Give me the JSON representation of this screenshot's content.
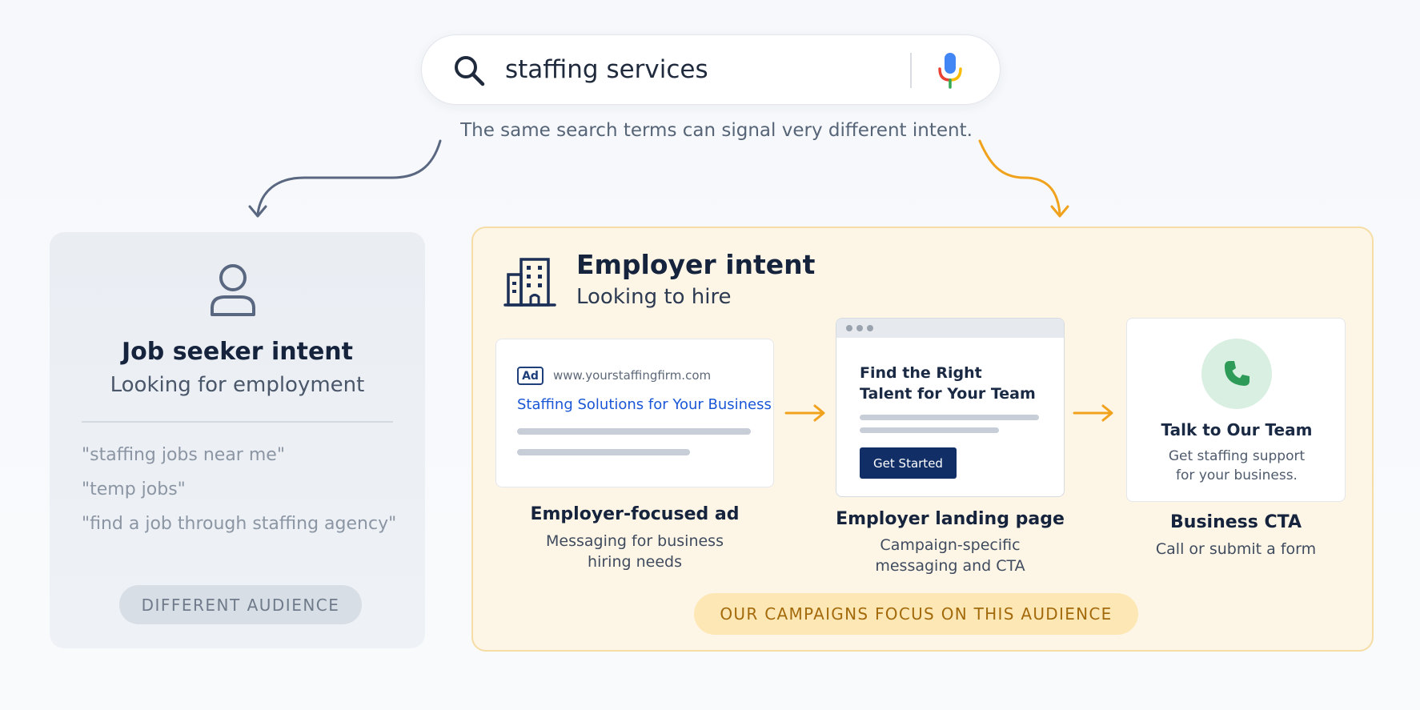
{
  "search": {
    "query": "staffing services",
    "caption": "The same search terms can signal very different intent."
  },
  "job_seeker": {
    "title": "Job seeker intent",
    "subtitle": "Looking for employment",
    "queries": [
      "\"staffing jobs near me\"",
      "\"temp jobs\"",
      "\"find a job through staffing agency\""
    ],
    "badge": "DIFFERENT AUDIENCE"
  },
  "employer": {
    "title": "Employer intent",
    "subtitle": "Looking to hire",
    "ad": {
      "badge": "Ad",
      "url": "www.yourstaffingfirm.com",
      "headline": "Staffing Solutions for Your Business",
      "caption_title": "Employer-focused ad",
      "caption_lines": [
        "Messaging for business",
        "hiring needs"
      ]
    },
    "landing_page": {
      "headline_lines": [
        "Find the Right",
        "Talent for Your Team"
      ],
      "button": "Get Started",
      "caption_title": "Employer landing page",
      "caption_lines": [
        "Campaign-specific",
        "messaging and CTA"
      ]
    },
    "cta": {
      "headline": "Talk to Our Team",
      "text_lines": [
        "Get staffing support",
        "for your business."
      ],
      "caption_title": "Business CTA",
      "caption_text": "Call or submit a form"
    },
    "focus_badge": "OUR CAMPAIGNS FOCUS ON THIS AUDIENCE"
  },
  "colors": {
    "employer_accent": "#f0a21c",
    "job_seeker_accent": "#5a6780",
    "ad_link_blue": "#1a56d6",
    "button_navy": "#112f66",
    "phone_green": "#2e9b59"
  },
  "icons": [
    "search-icon",
    "mic-icon",
    "person-icon",
    "building-icon",
    "phone-icon",
    "arrow-right-icon"
  ]
}
